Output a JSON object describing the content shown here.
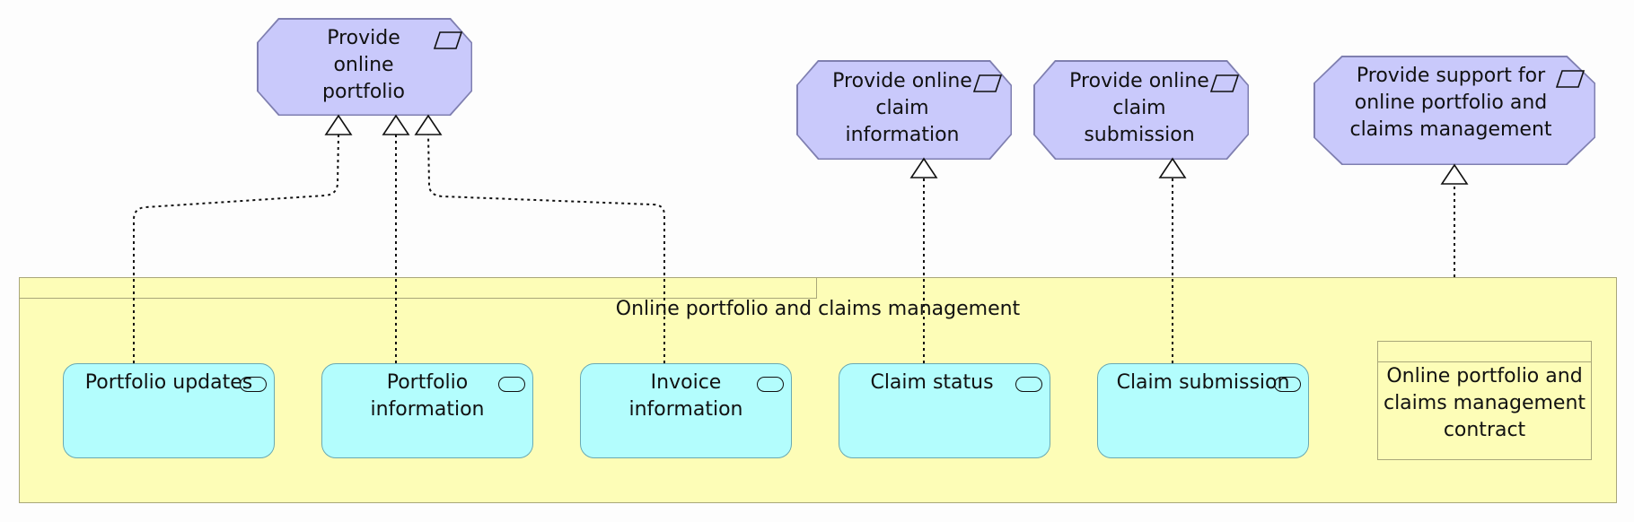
{
  "services": {
    "portfolio": "Provide online portfolio",
    "claim_info": "Provide online claim information",
    "claim_submission": "Provide online claim submission",
    "support": "Provide support for online portfolio and claims management"
  },
  "container": {
    "title": "Online portfolio and claims management"
  },
  "app_services": {
    "portfolio_updates": "Portfolio updates",
    "portfolio_information": "Portfolio information",
    "invoice_information": "Invoice information",
    "claim_status": "Claim status",
    "claim_submission": "Claim submission"
  },
  "contract": {
    "label": "Online portfolio and claims management contract"
  },
  "colors": {
    "business_service": "#c9c9fb",
    "application_service": "#b3fdfd",
    "grouping": "#fdfdb7"
  }
}
